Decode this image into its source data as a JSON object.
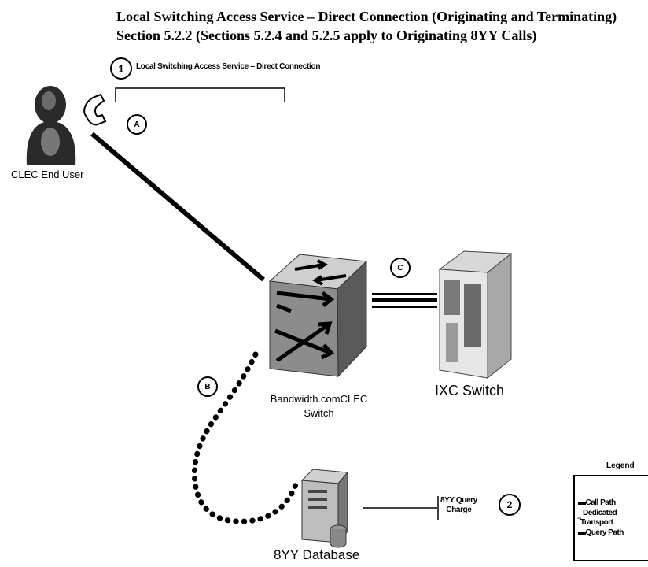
{
  "title": {
    "line1": "Local Switching Access Service – Direct Connection (Originating and Terminating)",
    "line2": "Section 5.2.2 (Sections 5.2.4 and 5.2.5 apply to Originating 8YY Calls)"
  },
  "callouts": {
    "one": {
      "marker": "1",
      "label": "Local Switching Access Service – Direct Connection"
    },
    "two": {
      "marker": "2",
      "label_line1": "8YY Query",
      "label_line2": "Charge"
    }
  },
  "markers": {
    "a": "A",
    "b": "B",
    "c": "C"
  },
  "nodes": {
    "end_user": "CLEC End User",
    "clec_switch_line1": "Bandwidth.comCLEC",
    "clec_switch_line2": "Switch",
    "ixc_switch": "IXC Switch",
    "database": "8YY Database"
  },
  "legend": {
    "title": "Legend",
    "items": [
      "Call Path",
      "Dedicated",
      "Transport",
      "Query Path"
    ]
  }
}
